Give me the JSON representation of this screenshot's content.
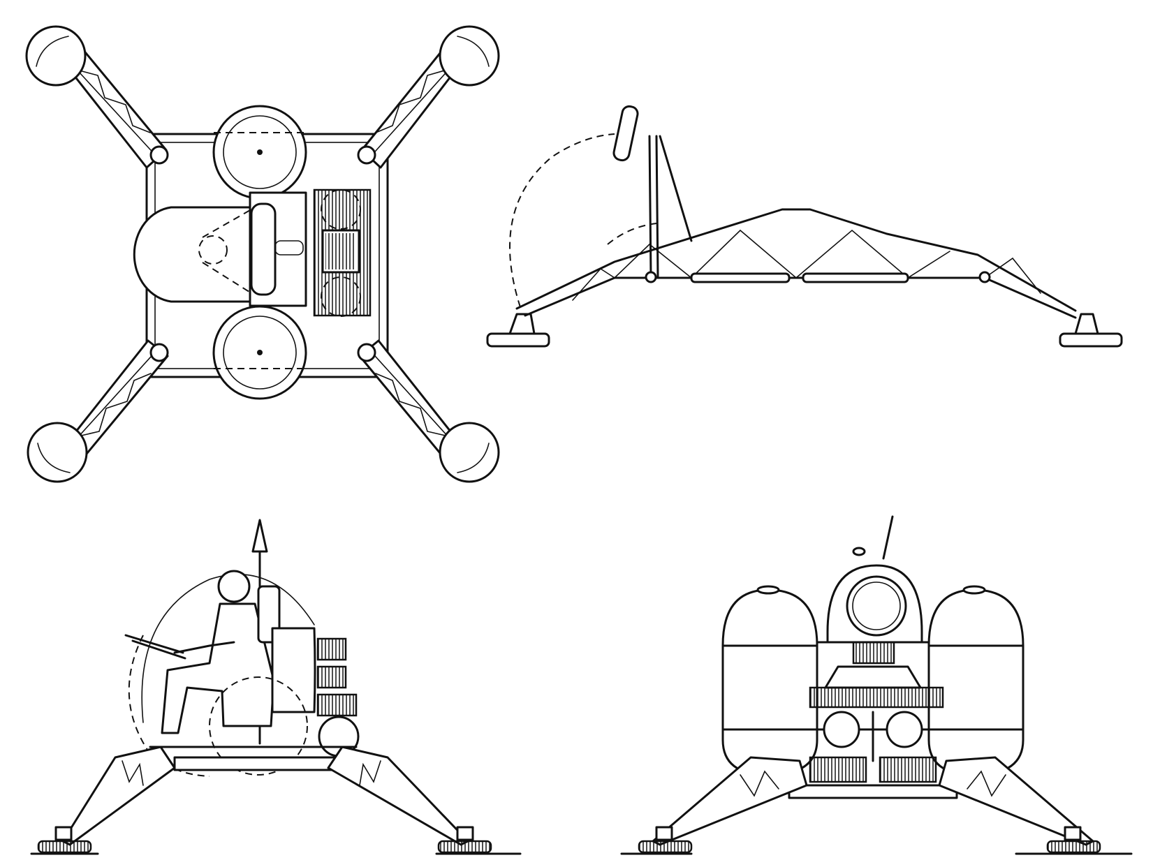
{
  "colors": {
    "ink": "#111111",
    "paper": "#ffffff"
  },
  "views": [
    {
      "id": "top",
      "name": "top-view"
    },
    {
      "id": "side",
      "name": "side-view-deployed-legs"
    },
    {
      "id": "side-pilot",
      "name": "side-view-with-pilot"
    },
    {
      "id": "front",
      "name": "front-view"
    }
  ]
}
